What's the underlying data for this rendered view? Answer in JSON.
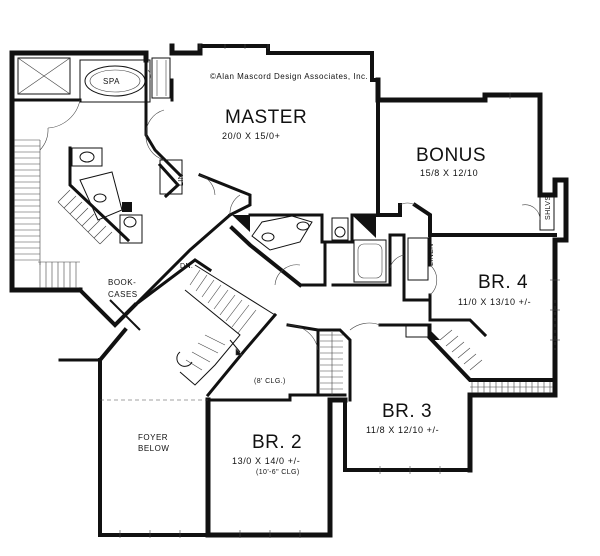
{
  "plan": {
    "copyright": "©Alan Mascord Design Associates, Inc.",
    "rooms": {
      "master": {
        "name": "MASTER",
        "dims": "20/0  X  15/0+"
      },
      "bonus": {
        "name": "BONUS",
        "dims": "15/8  X  12/10"
      },
      "br4": {
        "name": "BR. 4",
        "dims": "11/0  X  13/10  +/-"
      },
      "br3": {
        "name": "BR. 3",
        "dims": "11/8  X  12/10  +/-"
      },
      "br2": {
        "name": "BR. 2",
        "dims": "13/0  X  14/0  +/-",
        "note": "(10'-6\" CLG)"
      },
      "foyer": {
        "line1": "FOYER",
        "line2": "BELOW"
      }
    },
    "labels": {
      "spa": "SPA",
      "lin": "LIN",
      "linen": "LINEN",
      "shlvs": "SHLVS",
      "bookcases_1": "BOOK-",
      "bookcases_2": "CASES",
      "stair_dn": "DN.",
      "ceiling": "(8' CLG.)"
    }
  }
}
